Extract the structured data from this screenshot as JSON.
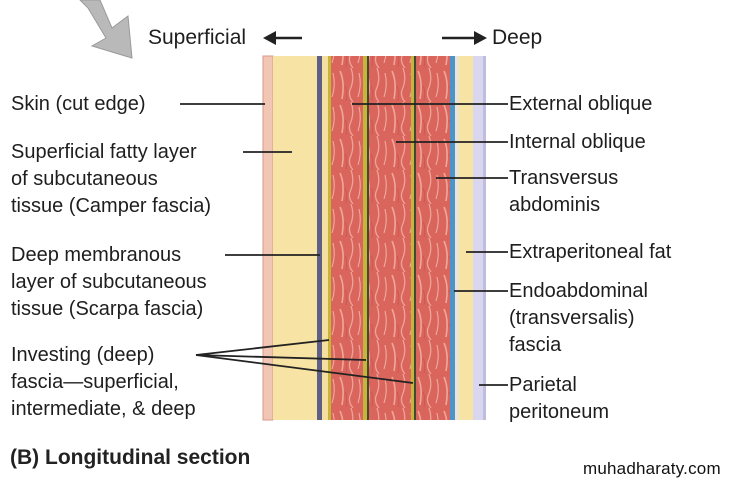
{
  "header": {
    "superficial": "Superficial",
    "deep": "Deep"
  },
  "left_labels": {
    "skin": "Skin (cut edge)",
    "camper_1": "Superficial fatty layer",
    "camper_2": "of subcutaneous",
    "camper_3": "tissue (Camper fascia)",
    "scarpa_1": "Deep membranous",
    "scarpa_2": "layer of subcutaneous",
    "scarpa_3": "tissue (Scarpa fascia)",
    "investing_1": "Investing (deep)",
    "investing_2": "fascia—superficial,",
    "investing_3": "intermediate, & deep"
  },
  "right_labels": {
    "external_oblique": "External oblique",
    "internal_oblique": "Internal oblique",
    "transversus_1": "Transversus",
    "transversus_2": "abdominis",
    "extraperitoneal_fat": "Extraperitoneal fat",
    "endo_1": "Endoabdominal",
    "endo_2": "(transversalis)",
    "endo_3": "fascia",
    "parietal_1": "Parietal",
    "parietal_2": "peritoneum"
  },
  "caption": "(B) Longitudinal section",
  "watermark": "muhadharaty.com",
  "colors": {
    "skin": "#f2c6b4",
    "fat": "#f7e3a4",
    "muscle": "#d9655c",
    "muscle_streak": "#f3b3a6",
    "investing_fascia": "#c7b43b",
    "scarpa": "#5d5f86",
    "transversalis": "#4d93c8",
    "peritoneum": "#d9d7ee",
    "arrow": "#b9b9b9",
    "leader": "#222222"
  }
}
